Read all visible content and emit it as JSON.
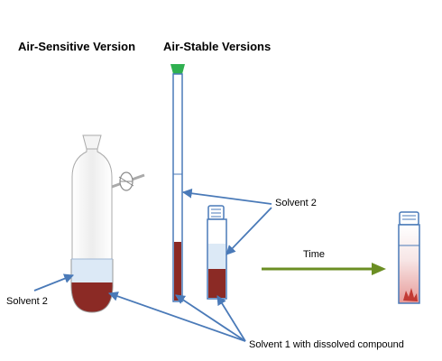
{
  "headings": {
    "air_sensitive": "Air-Sensitive Version",
    "air_stable": "Air-Stable Versions"
  },
  "labels": {
    "solvent2_left": "Solvent 2",
    "solvent2_right": "Solvent 2",
    "time": "Time",
    "solvent1": "Solvent 1 with dissolved compound"
  },
  "colors": {
    "solvent1": "#8b2a25",
    "solvent2": "#dce9f6",
    "arrow_blue": "#4a7ab8",
    "time_arrow": "#6b8e23",
    "cap_green": "#2fb050",
    "glass_outline": "#888888"
  }
}
